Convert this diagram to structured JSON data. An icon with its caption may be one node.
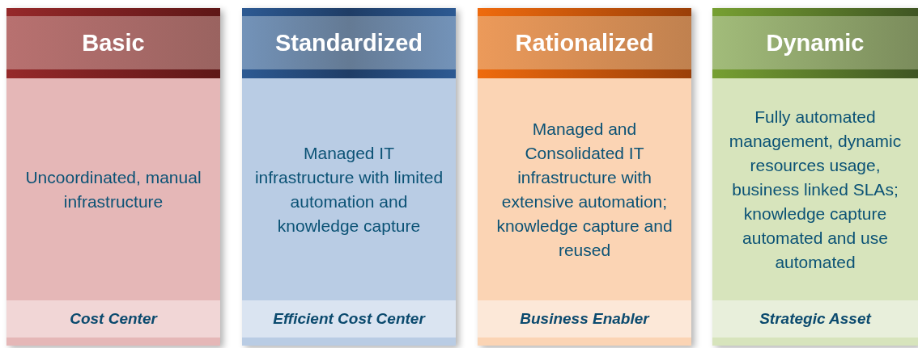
{
  "diagram": {
    "nodes": [
      {
        "text": [
          "Basic",
          "Uncoordinated, manual infrastructure",
          "Cost Center"
        ]
      },
      {
        "text": [
          "Standardized",
          "Managed IT infrastructure with limited automation and knowledge capture",
          "Efficient Cost Center"
        ]
      },
      {
        "text": [
          "Rationalized",
          "Managed and Consolidated IT infrastructure with extensive automation; knowledge capture and reused",
          "Business Enabler"
        ]
      },
      {
        "text": [
          "Dynamic",
          "Fully automated management, dynamic resources usage, business linked SLAs; knowledge capture automated and use automated",
          "Strategic Asset"
        ]
      }
    ]
  }
}
